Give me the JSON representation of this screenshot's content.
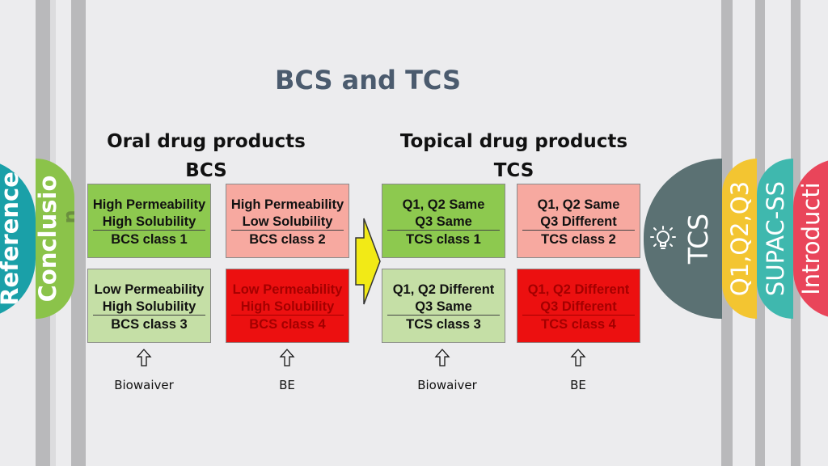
{
  "slide": {
    "title": "BCS and TCS",
    "oral_heading": "Oral drug products",
    "oral_sub": "BCS",
    "topical_heading": "Topical drug products",
    "topical_sub": "TCS"
  },
  "side_tabs": [
    {
      "label": "Reference",
      "color": "#1aa0a8"
    },
    {
      "label": "Conclusio",
      "extra": "n",
      "color": "#8bc34a"
    },
    {
      "label": "TCS",
      "color": "#5b7173"
    },
    {
      "label": "Q1,Q2,Q3",
      "color": "#f3c531"
    },
    {
      "label": "SUPAC-SS",
      "color": "#3fb8ae"
    },
    {
      "label": "Introducti",
      "color": "#e9455a"
    }
  ],
  "bcs": [
    {
      "line1": "High Permeability",
      "line2": "High Solubility",
      "line3": "BCS class 1",
      "color": "#8dc94f"
    },
    {
      "line1": "High Permeability",
      "line2": "Low Solubility",
      "line3": "BCS class 2",
      "color": "#f7a9a0"
    },
    {
      "line1": "Low Permeability",
      "line2": "High Solubility",
      "line3": "BCS class 3",
      "color": "#c5dfa6"
    },
    {
      "line1": "Low Permeability",
      "line2": "High Solubility",
      "line3": "BCS class 4",
      "color": "#ec1010"
    }
  ],
  "tcs": [
    {
      "line1": "Q1, Q2 Same",
      "line2": "Q3 Same",
      "line3": "TCS class 1",
      "color": "#8dc94f"
    },
    {
      "line1": "Q1, Q2 Same",
      "line2": "Q3 Different",
      "line3": "TCS class 2",
      "color": "#f7a9a0"
    },
    {
      "line1": "Q1, Q2 Different",
      "line2": "Q3 Same",
      "line3": "TCS class 3",
      "color": "#c5dfa6"
    },
    {
      "line1": "Q1, Q2 Different",
      "line2": "Q3 Different",
      "line3": "TCS class 4",
      "color": "#ec1010"
    }
  ],
  "notes": [
    "Biowaiver",
    "BE",
    "Biowaiver",
    "BE"
  ],
  "icons": {
    "arrow": "right-arrow-icon",
    "up": "up-arrow-icon",
    "bulb": "lightbulb-icon"
  }
}
